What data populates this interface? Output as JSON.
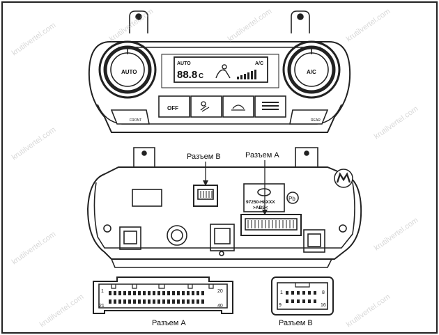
{
  "panel": {
    "auto_top_label": "AUTO",
    "auto_knob_label": "AUTO",
    "display_temp": "88.8",
    "display_unit": "C",
    "display_ac": "A/C",
    "ac_knob_label": "A/C",
    "off_button_label": "OFF",
    "front_defrost_label": "FRONT",
    "rear_defrost_label": "REAR"
  },
  "back": {
    "connector_b_callout": "Разъем B",
    "connector_a_callout": "Разъем A",
    "part_number_line1": "97250-H8XXX",
    "part_number_line2": ">ABS<",
    "pb_mark": "Pb"
  },
  "pinouts": {
    "connector_a": {
      "caption": "Разъем A",
      "pin_top_left": "1",
      "pin_top_right": "20",
      "pin_bottom_left": "21",
      "pin_bottom_right": "40"
    },
    "connector_b": {
      "caption": "Разъем B",
      "pin_top_left": "1",
      "pin_top_right": "8",
      "pin_bottom_left": "9",
      "pin_bottom_right": "16"
    }
  },
  "watermark": {
    "text": "krutilvertel.com"
  }
}
